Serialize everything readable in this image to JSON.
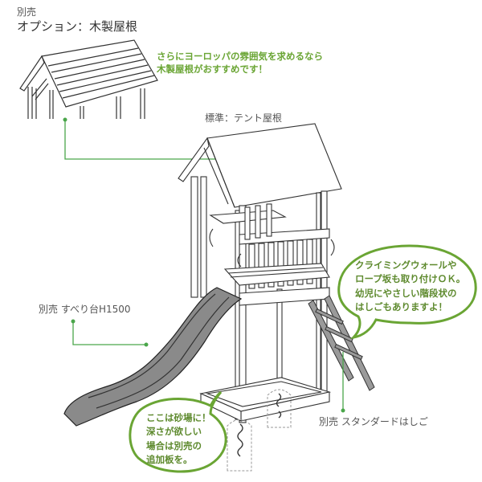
{
  "header": {
    "option_prefix": "別売",
    "option_title": "オプション：木製屋根"
  },
  "wood_roof_note": {
    "line1": "さらにヨーロッパの雰囲気を求めるなら",
    "line2": "木製屋根がおすすめです！"
  },
  "standard_roof_label": "標準：テント屋根",
  "climbing_bubble": {
    "lines": [
      "クライミングウォールや",
      "ロープ坂も取り付けＯＫ。",
      "幼児にやさしい階段状の",
      "はしごもありますよ！"
    ]
  },
  "slide_label": "別売 すべり台H1500",
  "sandbox_bubble": {
    "lines": [
      "ここは砂場に！",
      "深さが欲しい",
      "場合は別売の",
      "追加板を。"
    ]
  },
  "ladder_label": "別売 スタンダードはしご",
  "colors": {
    "accent_green": "#6aa534",
    "leader_green": "#4aa64a",
    "line": "#333333",
    "slide_fill": "#8a8a8a"
  }
}
